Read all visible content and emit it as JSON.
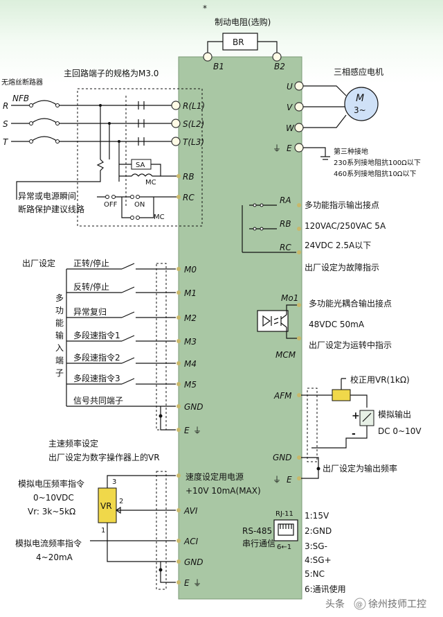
{
  "top": {
    "star": "*",
    "br_title": "制动电阻(选购)",
    "br_box": "BR",
    "b1": "B1",
    "b2": "B2"
  },
  "left_top": {
    "breaker": "无熔丝断路器",
    "nfb": "NFB",
    "phases": [
      "R",
      "S",
      "T"
    ],
    "main_spec": "主回路端子的规格为M3.0",
    "sa": "SA",
    "mc": "MC",
    "off": "OFF",
    "on": "ON",
    "protect_note": [
      "异常或电源瞬间",
      "断路保护建议线路"
    ]
  },
  "terminals_left_main": [
    "R(L1)",
    "S(L2)",
    "T(L3)",
    "RB",
    "RC"
  ],
  "motor": {
    "title": "三相感应电机",
    "m": "M",
    "phase": "3~",
    "u": "U",
    "v": "V",
    "w": "W",
    "e": "E"
  },
  "ground_note": [
    "第三种接地",
    "230系列接地阻抗100Ω以下",
    "460系列接地阻抗10Ω以下"
  ],
  "relay": {
    "ra": "RA",
    "rb": "RB",
    "rc": "RC",
    "lines": [
      "多功能指示输出接点",
      "120VAC/250VAC 5A",
      "24VDC 2.5A以下",
      "出厂设定为故障指示"
    ]
  },
  "inputs": {
    "factory": "出厂设定",
    "vertical": [
      "多",
      "功",
      "能",
      "输",
      "入",
      "端",
      "子"
    ],
    "items": [
      "正转/停止",
      "反转/停止",
      "异常复归",
      "多段速指令1",
      "多段速指令2",
      "多段速指令3",
      "信号共同端子"
    ],
    "terminals": [
      "M0",
      "M1",
      "M2",
      "M3",
      "M4",
      "M5",
      "GND",
      "E"
    ]
  },
  "optocoupler": {
    "mo1": "Mo1",
    "mcm": "MCM",
    "lines": [
      "多功能光耦合输出接点",
      "48VDC 50mA",
      "出厂设定为运转中指示"
    ]
  },
  "analog_out": {
    "afm": "AFM",
    "cal": "校正用VR(1kΩ)",
    "plus": "+",
    "minus": "-",
    "meter_lines": [
      "模拟输出",
      "DC 0~10V"
    ],
    "gnd": "GND",
    "e": "E",
    "factory": "出厂设定为输出频率"
  },
  "freq": {
    "title": [
      "主速频率设定",
      "出厂设定为数字操作器上的VR"
    ],
    "v_title": [
      "模拟电压频率指令",
      "0~10VDC",
      "Vr: 3k~5kΩ"
    ],
    "vr": "VR",
    "pin1": "1",
    "pin2": "2",
    "pin3": "3",
    "i_title": [
      "模拟电流频率指令",
      "4~20mA"
    ],
    "source_lines": [
      "速度设定用电源",
      "+10V 10mA(MAX)"
    ],
    "terminals": [
      "AVI",
      "ACI",
      "GND",
      "E"
    ]
  },
  "rs485": {
    "rj": "RJ-11",
    "title": [
      "RS-485",
      "串行通信"
    ],
    "pins_label": "6←1",
    "pins": [
      "1:15V",
      "2:GND",
      "3:SG-",
      "4:SG+",
      "5:NC",
      "6:通讯使用"
    ]
  },
  "watermark": {
    "left": "头条",
    "at": "@",
    "right": "徐州技师工控"
  }
}
